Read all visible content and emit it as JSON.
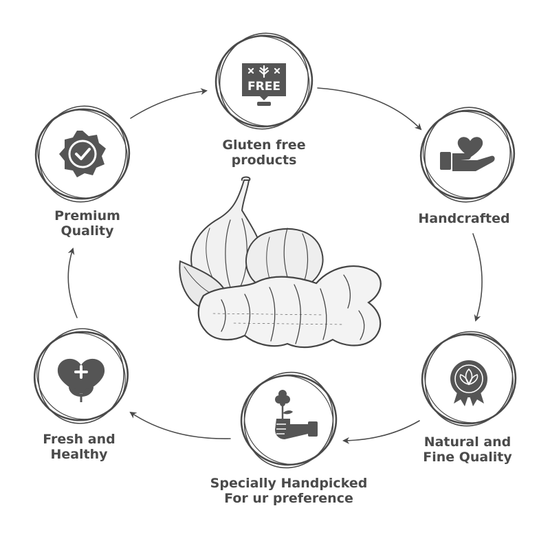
{
  "features": [
    {
      "id": "gluten-free",
      "icon": "free-badge-icon",
      "badge_text": "FREE",
      "lines": [
        "Gluten free",
        "products"
      ]
    },
    {
      "id": "handcrafted",
      "icon": "hand-heart-icon",
      "lines": [
        "Handcrafted"
      ]
    },
    {
      "id": "natural",
      "icon": "award-ribbon-icon",
      "lines": [
        "Natural and",
        "Fine Quality"
      ]
    },
    {
      "id": "handpicked",
      "icon": "hand-flower-icon",
      "lines": [
        "Specially Handpicked",
        "For ur preference"
      ]
    },
    {
      "id": "fresh",
      "icon": "heart-plus-leaf-icon",
      "lines": [
        "Fresh and",
        "Healthy"
      ]
    },
    {
      "id": "premium",
      "icon": "check-badge-icon",
      "lines": [
        "Premium",
        "Quality"
      ]
    }
  ],
  "center_illustration": "garlic-ginger-sketch",
  "colors": {
    "ink": "#4a4a4a",
    "icon": "#555555",
    "background": "#ffffff"
  }
}
